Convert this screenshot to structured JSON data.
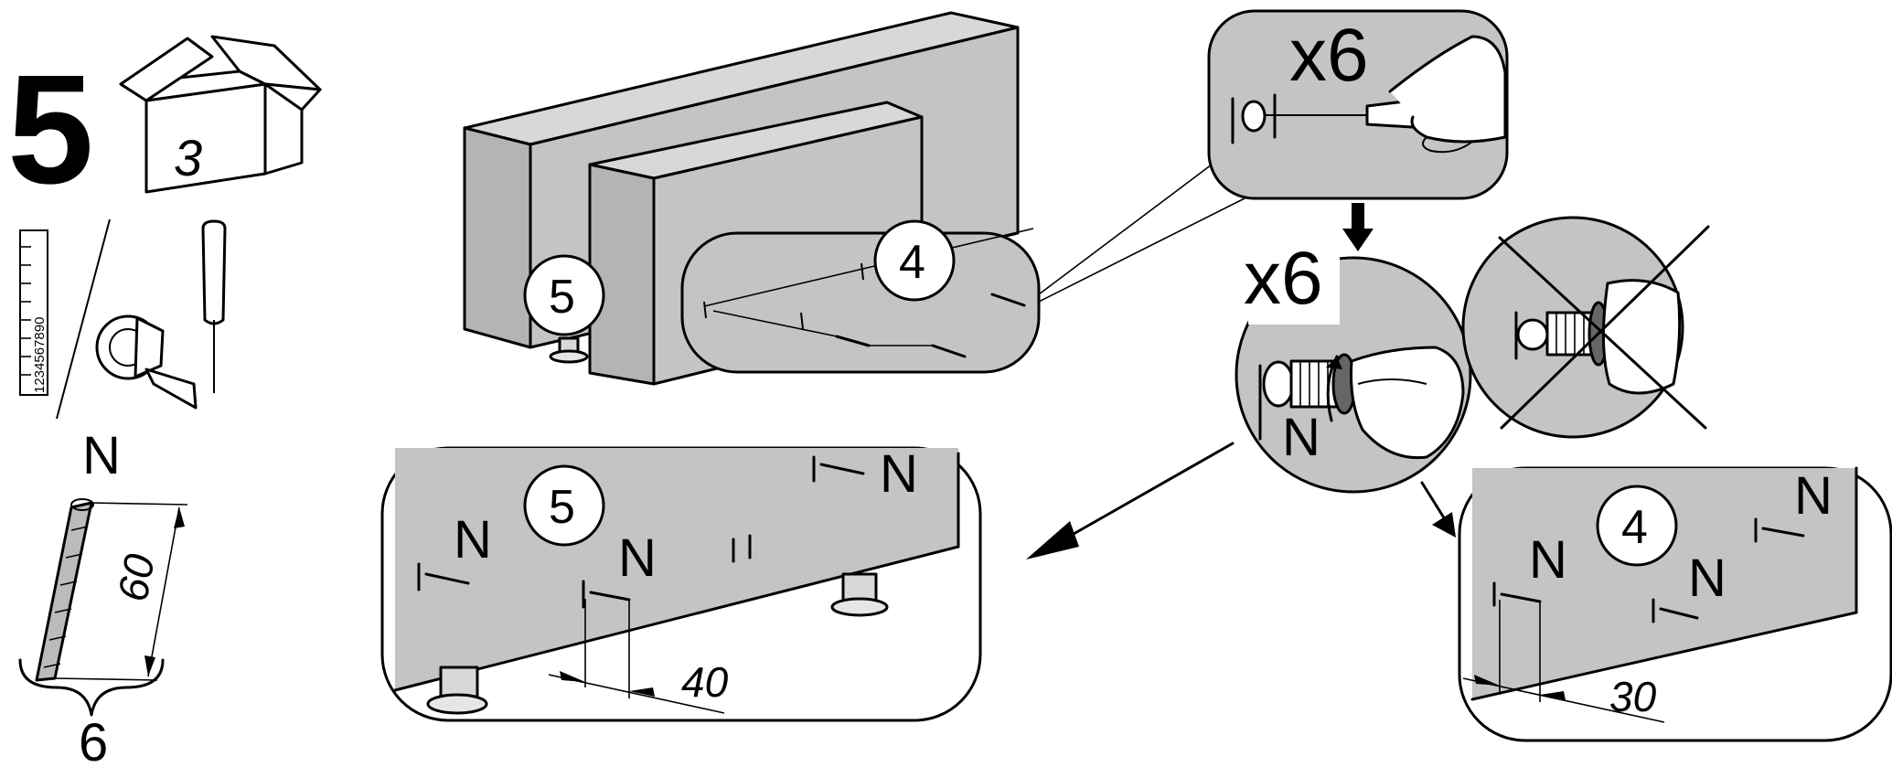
{
  "step": {
    "number": "5",
    "box_number": "3"
  },
  "tools": {
    "ruler_digits": "1234567890",
    "tools_shown": [
      "ruler-icon",
      "tape-measure-icon",
      "awl-icon"
    ]
  },
  "hardware": {
    "letter": "N",
    "length": "60",
    "quantity": "6"
  },
  "overview": {
    "part_left": "5",
    "part_right": "4"
  },
  "screw_step": {
    "count_top": "x6",
    "count_middle": "x6",
    "letter": "N"
  },
  "detail_left": {
    "part": "5",
    "letter": "N",
    "distance": "40"
  },
  "detail_right": {
    "part": "4",
    "letter": "N",
    "distance": "30"
  },
  "colors": {
    "panel_fill": "#c4c4c4",
    "outline": "#000000",
    "background": "#ffffff"
  }
}
